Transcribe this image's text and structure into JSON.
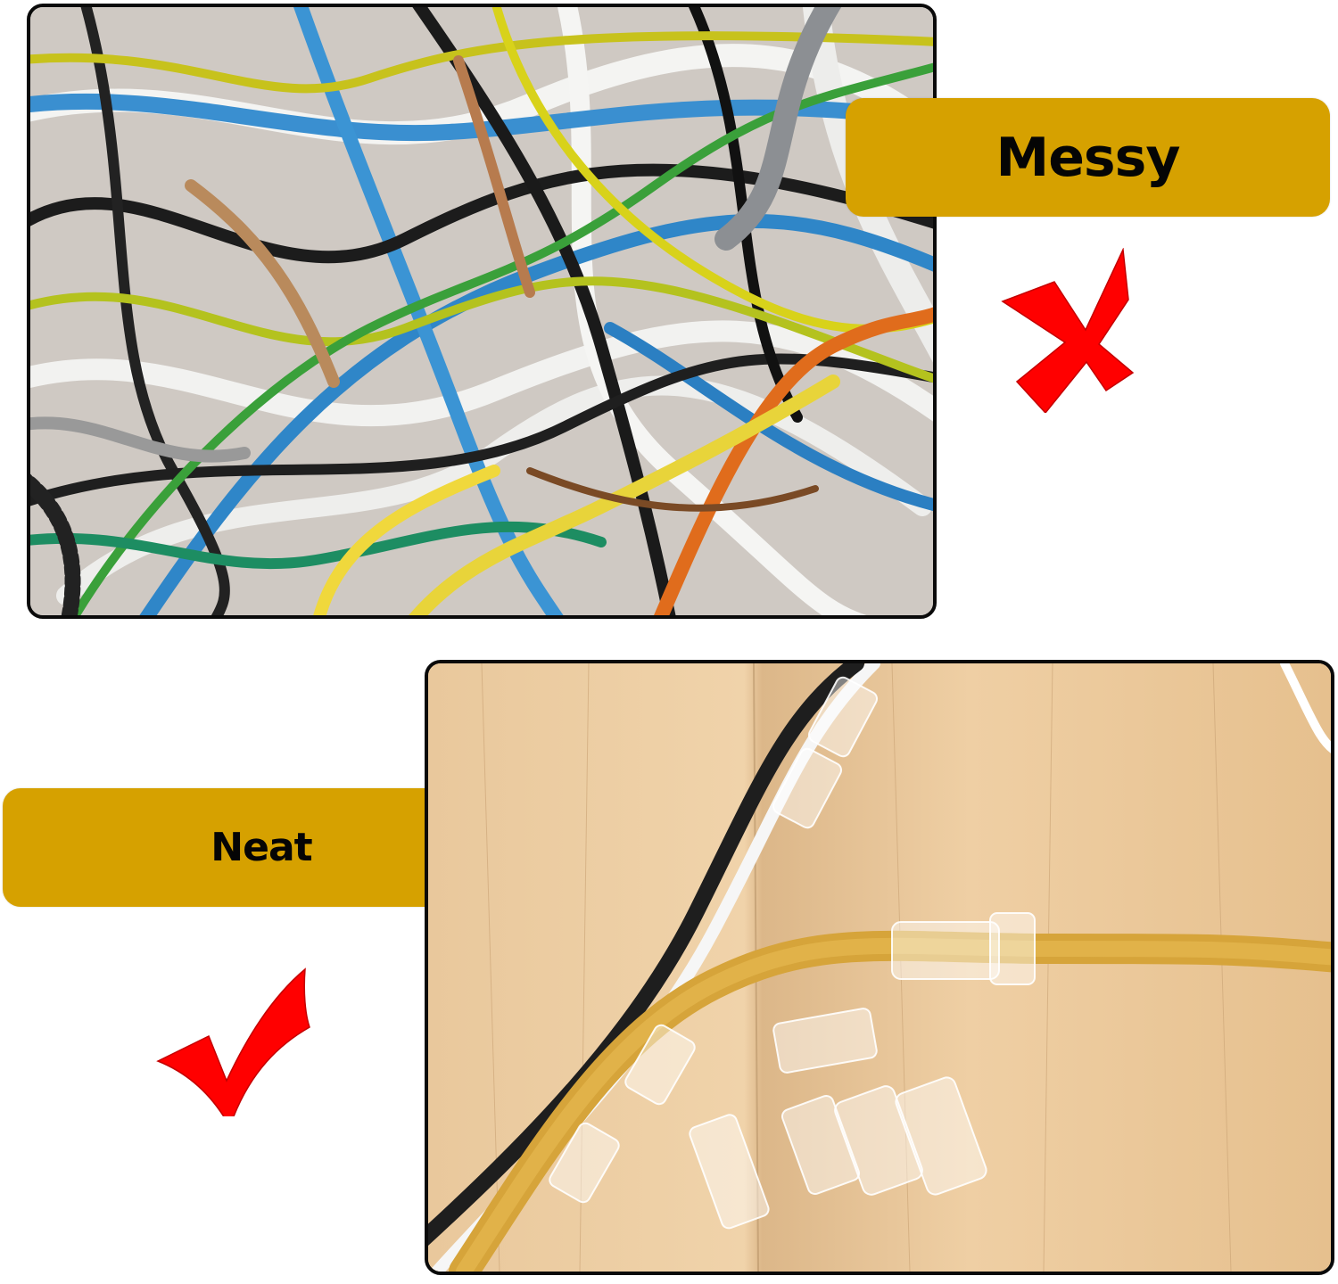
{
  "panels": {
    "messy": {
      "label": "Messy",
      "mark_icon": "red-x-icon",
      "photo_description": "tangled pile of colorful cables (black, white, blue, yellow-green, orange, copper)"
    },
    "neat": {
      "label": "Neat",
      "mark_icon": "red-checkmark-icon",
      "photo_description": "black, white and yellow cables organized with clear adhesive cable clips on light wood surface"
    }
  },
  "colors": {
    "label_background": "#d6a100",
    "label_text": "#050505",
    "mark_red": "#ff0000",
    "frame_border": "#0a0a0a",
    "wood": "#e8c79b"
  }
}
